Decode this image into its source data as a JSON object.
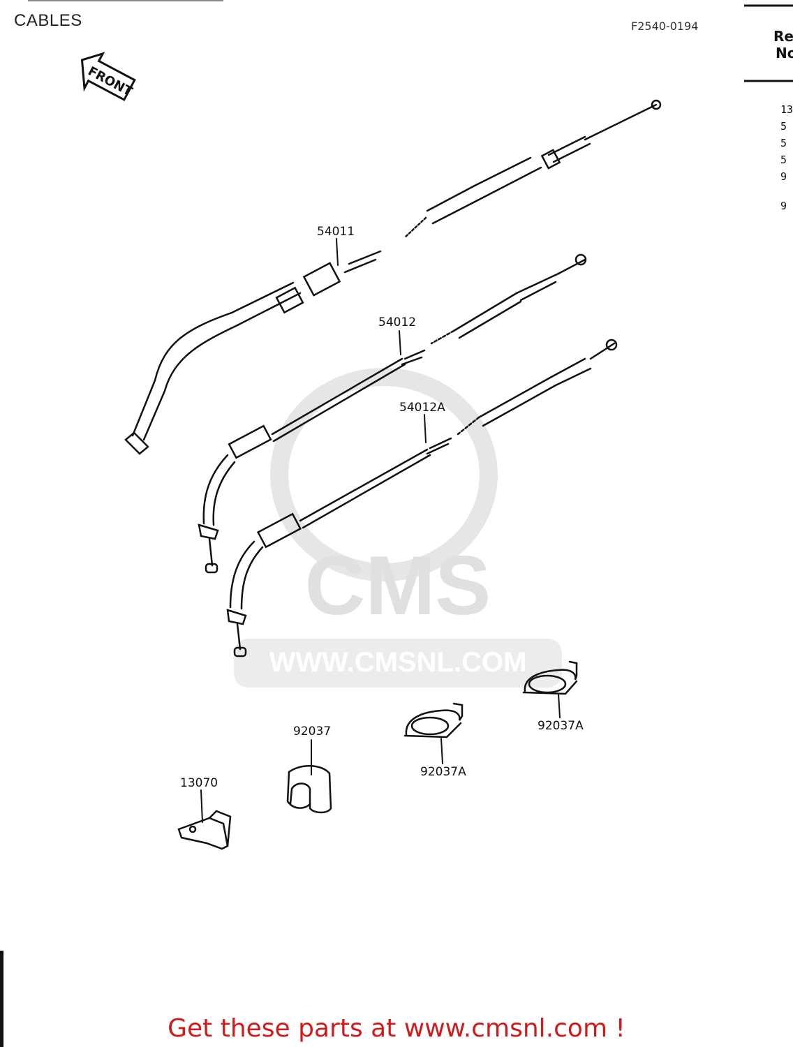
{
  "header": {
    "title": "CABLES",
    "code": "F2540-0194"
  },
  "front_sign": {
    "text": "FRONT"
  },
  "ref_column": {
    "heading_1": "Re",
    "heading_2": "No",
    "rows": [
      "13",
      "5",
      "5",
      "5",
      "9",
      "9"
    ]
  },
  "parts": {
    "p54011": "54011",
    "p54012": "54012",
    "p54012A": "54012A",
    "p92037": "92037",
    "p92037A_1": "92037A",
    "p92037A_2": "92037A",
    "p13070": "13070"
  },
  "watermark": {
    "logo": "CMS",
    "url": "WWW.CMSNL.COM"
  },
  "promo": {
    "text": "Get these parts at www.cmsnl.com !"
  },
  "colors": {
    "promo": "#d21a1a",
    "watermark": "#e3e3e3",
    "line": "#111111"
  }
}
